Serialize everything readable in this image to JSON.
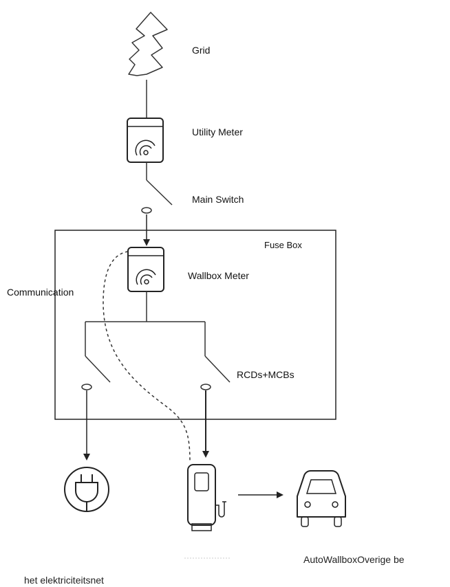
{
  "labels": {
    "grid": "Grid",
    "utility_meter": "Utility Meter",
    "main_switch": "Main Switch",
    "fuse_box": "Fuse Box",
    "wallbox_meter": "Wallbox Meter",
    "communication": "Communication",
    "rcds_mcbs": "RCDs+MCBs"
  },
  "captions": {
    "right": "AutoWallboxOverige be",
    "left": "het elektriciteitsnet"
  }
}
